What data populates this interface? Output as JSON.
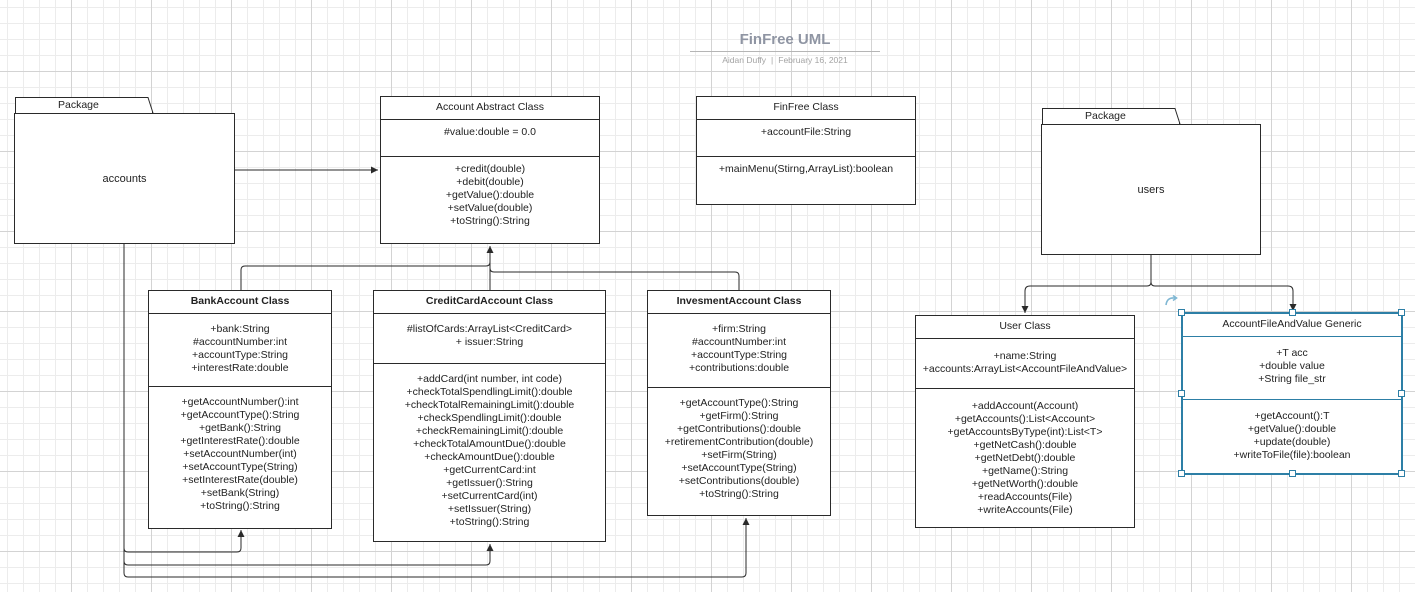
{
  "header": {
    "title": "FinFree UML",
    "author": "Aidan Duffy",
    "separator": "|",
    "date": "February 16, 2021"
  },
  "packages": [
    {
      "tab": "Package",
      "name": "accounts"
    },
    {
      "tab": "Package",
      "name": "users"
    }
  ],
  "classes": {
    "account": {
      "name": "Account Abstract Class",
      "attributes": [
        "#value:double = 0.0"
      ],
      "methods": [
        "+credit(double)",
        "+debit(double)",
        "+getValue():double",
        "+setValue(double)",
        "+toString():String"
      ]
    },
    "finfree": {
      "name": "FinFree Class",
      "attributes": [
        "+accountFile:String"
      ],
      "methods": [
        "+mainMenu(Stirng,ArrayList):boolean"
      ]
    },
    "bank": {
      "name": "BankAccount Class",
      "attributes": [
        "+bank:String",
        "#accountNumber:int",
        "+accountType:String",
        "+interestRate:double"
      ],
      "methods": [
        "+getAccountNumber():int",
        "+getAccountType():String",
        "+getBank():String",
        "+getInterestRate():double",
        "+setAccountNumber(int)",
        "+setAccountType(String)",
        "+setInterestRate(double)",
        "+setBank(String)",
        "+toString():String"
      ]
    },
    "credit": {
      "name": "CreditCardAccount Class",
      "attributes": [
        "#listOfCards:ArrayList<CreditCard>",
        "+ issuer:String"
      ],
      "methods": [
        "+addCard(int number, int code)",
        "+checkTotalSpendlingLimit():double",
        "+checkTotalRemainingLimit():double",
        "+checkSpendlingLimit():double",
        "+checkRemainingLimit():double",
        "+checkTotalAmountDue():double",
        "+checkAmountDue():double",
        "+getCurrentCard:int",
        "+getIssuer():String",
        "+setCurrentCard(int)",
        "+setIssuer(String)",
        "+toString():String"
      ]
    },
    "invest": {
      "name": "InvesmentAccount Class",
      "attributes": [
        "+firm:String",
        "#accountNumber:int",
        "+accountType:String",
        "+contributions:double"
      ],
      "methods": [
        "+getAccountType():String",
        "+getFirm():String",
        "+getContributions():double",
        "+retirementContribution(double)",
        "+setFirm(String)",
        "+setAccountType(String)",
        "+setContributions(double)",
        "+toString():String"
      ]
    },
    "user": {
      "name": "User Class",
      "attributes": [
        "+name:String",
        "+accounts:ArrayList<AccountFileAndValue>"
      ],
      "methods": [
        "+addAccount(Account)",
        "+getAccounts():List<Account>",
        "+getAccountsByType(int):List<T>",
        "+getNetCash():double",
        "+getNetDebt():double",
        "+getName():String",
        "+getNetWorth():double",
        "+readAccounts(File)",
        "+writeAccounts(File)"
      ]
    },
    "generic": {
      "name": "AccountFileAndValue Generic",
      "attributes": [
        "+T acc",
        "+double value",
        "+String file_str"
      ],
      "methods": [
        "+getAccount():T",
        "+getValue():double",
        "+update(double)",
        "+writeToFile(file):boolean"
      ]
    }
  },
  "colors": {
    "line": "#2a2a2a",
    "selection": "#2d7fa6",
    "title": "#8f95a3"
  },
  "icons": [
    "rotate-icon",
    "arrowhead-icon"
  ]
}
